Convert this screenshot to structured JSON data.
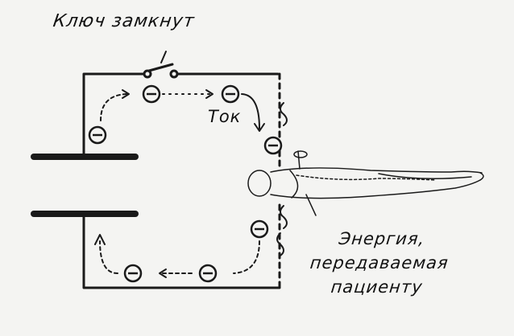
{
  "labels": {
    "key_closed": "Ключ замкнут",
    "current": "Ток",
    "energy_line1": "Энергия,",
    "energy_line2": "передаваемая",
    "energy_line3": "пациенту"
  },
  "electron_symbol": "−",
  "colors": {
    "ink": "#1a1a1a",
    "paper": "#f4f4f2"
  }
}
